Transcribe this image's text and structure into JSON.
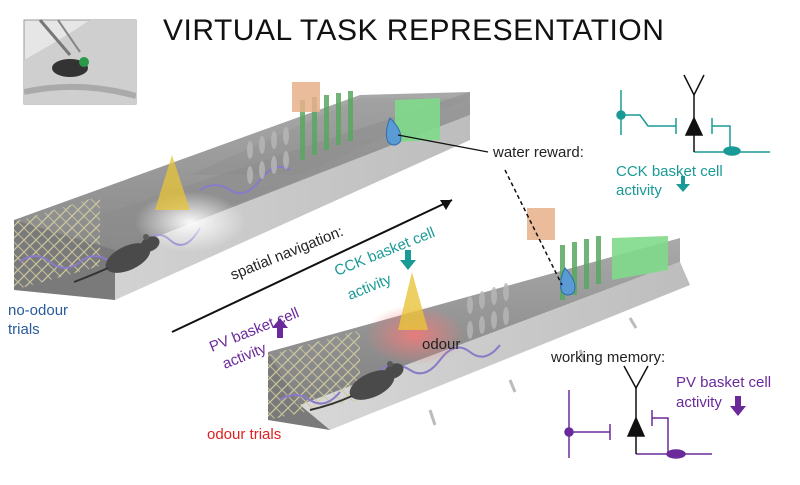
{
  "title": "VIRTUAL TASK REPRESENTATION",
  "labels": {
    "water_reward": "water reward:",
    "cck_top_line1": "CCK basket cell",
    "cck_top_line2": "activity",
    "spatial_navigation": "spatial navigation:",
    "cck_mid_line1": "CCK basket cell",
    "cck_mid_line2": "activity",
    "pv_mid_line1": "PV basket cell",
    "pv_mid_line2": "activity",
    "no_odour_line1": "no-odour",
    "no_odour_line2": "trials",
    "odour": "odour",
    "odour_trials": "odour trials",
    "working_memory": "working memory:",
    "pv_bottom_line1": "PV basket cell",
    "pv_bottom_line2": "activity"
  },
  "colors": {
    "cck": "#1a9a96",
    "pv": "#6a2a9a",
    "no_odour": "#2a5a9a",
    "odour_trials": "#e02020",
    "water_drop": "#5b9bd5",
    "cue_yellow": "#e8c43a",
    "reward_zone": "#7fd98a"
  },
  "icons": [
    "mouse-icon",
    "water-drop-icon",
    "neuron-icon",
    "arrow-up-icon",
    "arrow-down-icon",
    "cone-cue-icon"
  ]
}
